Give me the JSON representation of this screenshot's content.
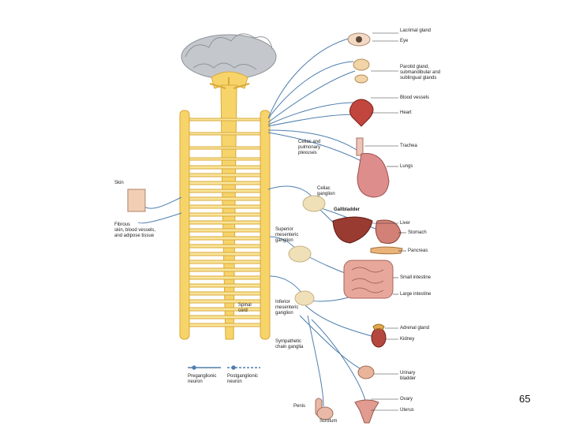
{
  "labels": {
    "lacrimal": "Lacrimal gland",
    "eye": "Eye",
    "parotid": "Parotid gland,\nsubmandibular and\nsublingual glands",
    "blood_vessels": "Blood vessels",
    "heart": "Heart",
    "celiac_pulmonary": "Celiac and\npulmonary\nplexuses",
    "trachea": "Trachea",
    "lungs": "Lungs",
    "skin": "Skin",
    "fibrous": "Fibrous\nskin, blood vessels,\nand adipose tissue",
    "celiac_ganglion": "Celiac\nganglion",
    "gallbladder": "Gallbladder",
    "liver": "Liver",
    "stomach": "Stomach",
    "sup_mes": "Superior\nmesenteric\nganglion",
    "pancreas": "Pancreas",
    "small_int": "Small intestine",
    "large_int": "Large intestine",
    "spinal_cord": "Spinal\ncord",
    "inf_mes": "Inferior\nmesenteric\nganglion",
    "adrenal": "Adrenal gland",
    "kidney": "Kidney",
    "chain": "Sympathetic\nchain ganglia",
    "urinary": "Urinary\nbladder",
    "ovary": "Ovary",
    "uterus": "Uterus",
    "penis": "Penis",
    "scrotum": "Scrotum"
  },
  "legend": {
    "pre": "Preganglionic\nneuron",
    "post": "Postganglionic\nneuron"
  },
  "page_number": "65",
  "colors": {
    "nerve": "#4f7fae",
    "cord": "#f6d46a",
    "cord_edge": "#d9a93a",
    "brain": "#b8bcc2",
    "ganglion": "#efe0b8"
  }
}
